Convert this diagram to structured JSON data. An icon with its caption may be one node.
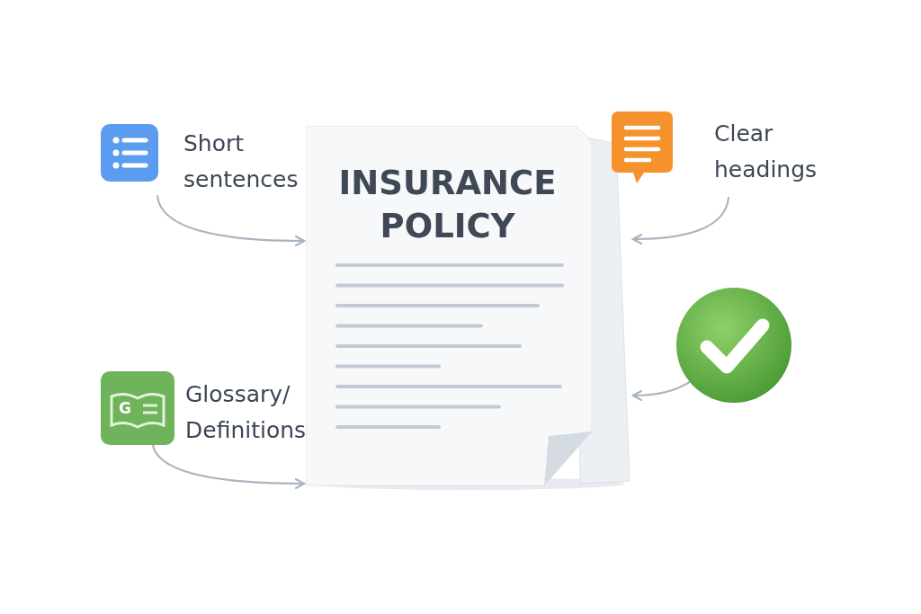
{
  "diagram": {
    "nodes": [
      {
        "text": [
          "Short sentences"
        ]
      },
      {
        "text": [
          "INSURANCE POLICY"
        ]
      },
      {
        "text": [
          "Clear headings"
        ]
      },
      {
        "text": [],
        "shape": "circle"
      },
      {
        "text": [
          "Glossary/ Definitions"
        ]
      }
    ],
    "edges": [
      {
        "from": 0,
        "to": 1,
        "arrow": "to"
      },
      {
        "from": 2,
        "to": 1,
        "arrow": "to"
      },
      {
        "from": 3,
        "to": 1,
        "arrow": "to"
      },
      {
        "from": 4,
        "to": 1,
        "arrow": "to"
      }
    ],
    "labels": [
      "G"
    ]
  }
}
